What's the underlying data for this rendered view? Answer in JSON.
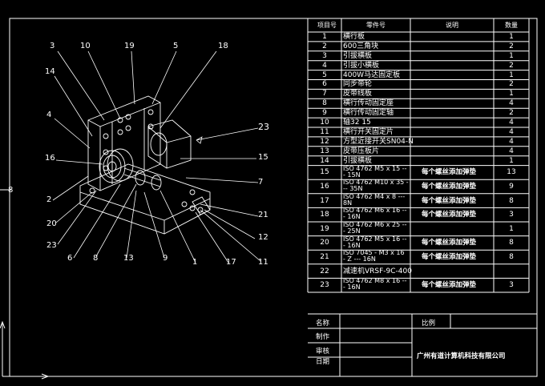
{
  "bom": {
    "headers": {
      "item": "项目号",
      "part": "零件号",
      "desc": "说明",
      "qty": "数量"
    },
    "rows": [
      {
        "item": "1",
        "part": "横行板",
        "desc": "",
        "qty": "1"
      },
      {
        "item": "2",
        "part": "600三角块",
        "desc": "",
        "qty": "2"
      },
      {
        "item": "3",
        "part": "引拔横板",
        "desc": "",
        "qty": "1"
      },
      {
        "item": "4",
        "part": "引拔小横板",
        "desc": "",
        "qty": "2"
      },
      {
        "item": "5",
        "part": "400W马达固定板",
        "desc": "",
        "qty": "1"
      },
      {
        "item": "6",
        "part": "同步带轮",
        "desc": "",
        "qty": "2"
      },
      {
        "item": "7",
        "part": "皮带线板",
        "desc": "",
        "qty": "1"
      },
      {
        "item": "8",
        "part": "横行传动固定座",
        "desc": "",
        "qty": "4"
      },
      {
        "item": "9",
        "part": "横行传动固定轴",
        "desc": "",
        "qty": "2"
      },
      {
        "item": "10",
        "part": "轴32 15",
        "desc": "",
        "qty": "4"
      },
      {
        "item": "11",
        "part": "横行开关固定片",
        "desc": "",
        "qty": "4"
      },
      {
        "item": "12",
        "part": "方型近接开关SN04-N",
        "desc": "",
        "qty": "4"
      },
      {
        "item": "13",
        "part": "皮带压板片",
        "desc": "",
        "qty": "4"
      },
      {
        "item": "14",
        "part": "引拔横板",
        "desc": "",
        "qty": "1"
      },
      {
        "item": "15",
        "part": "ISO 4762 M5 x 15 --- 15N",
        "desc": "每个螺丝添加弹垫",
        "qty": "13"
      },
      {
        "item": "16",
        "part": "ISO 4762 M10 x 35 --- 35N",
        "desc": "每个螺丝添加弹垫",
        "qty": "9"
      },
      {
        "item": "17",
        "part": "ISO 4762 M4 x 8 --- 8N",
        "desc": "每个螺丝添加弹垫",
        "qty": "8"
      },
      {
        "item": "18",
        "part": "ISO 4762 M6 x 16 --- 16N",
        "desc": "每个螺丝添加弹垫",
        "qty": "3"
      },
      {
        "item": "19",
        "part": "ISO 4762 M6 x 25 --- 25N",
        "desc": "",
        "qty": "1"
      },
      {
        "item": "20",
        "part": "ISO 4762 M5 x 16 --- 16N",
        "desc": "每个螺丝添加弹垫",
        "qty": "8"
      },
      {
        "item": "21",
        "part": "ISO 7045 - M3 x 16 - Z --- 16N",
        "desc": "每个螺丝添加弹垫",
        "qty": "8"
      },
      {
        "item": "22",
        "part": "减速机VRSF-9C-400",
        "desc": "",
        "qty": ""
      },
      {
        "item": "23",
        "part": "ISO 4762 M8 x 16 --- 16N",
        "desc": "每个螺丝添加弹垫",
        "qty": "3"
      }
    ]
  },
  "title_block": {
    "name_label": "名称",
    "ratio_label": "比例",
    "drawn_label": "制作",
    "check_label": "审核",
    "date_label": "日期",
    "company": "广州有道计算机科技有限公司"
  },
  "callouts": [
    "3",
    "10",
    "19",
    "5",
    "18",
    "14",
    "4",
    "16",
    "2",
    "20",
    "23",
    "6",
    "8",
    "13",
    "9",
    "1",
    "17",
    "11",
    "12",
    "21",
    "7",
    "15",
    "23",
    "8"
  ]
}
